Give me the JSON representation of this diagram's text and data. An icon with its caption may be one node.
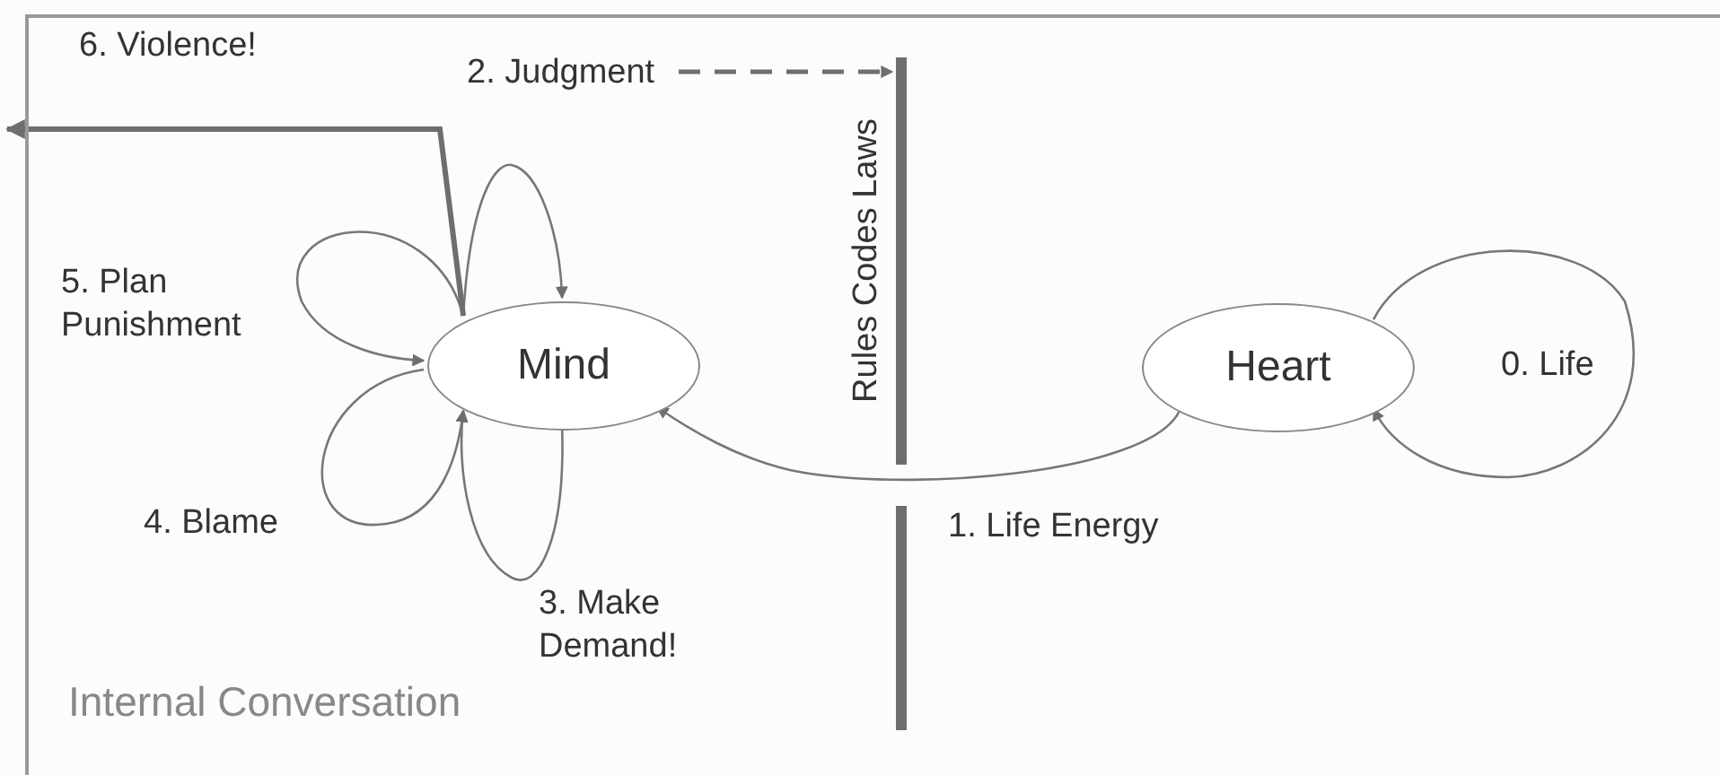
{
  "diagram": {
    "nodes": [
      {
        "text": [
          "Internal Conversation"
        ]
      },
      {
        "text": [
          "Mind"
        ],
        "in": 0
      },
      {
        "text": [
          "Heart"
        ],
        "in": 0
      },
      {
        "text": [],
        "shape": "bar",
        "beside": [
          "Rules Codes Laws"
        ],
        "in": 0
      },
      {
        "text": [
          "2. Judgment"
        ],
        "in": 0
      },
      {
        "text": [],
        "shape": "bar",
        "in": 0
      }
    ],
    "edges": [
      {
        "from": 1,
        "to": 1,
        "arrow": "to"
      },
      {
        "from": 1,
        "to": 1,
        "arrow": "to",
        "label": "3. Make Demand!"
      },
      {
        "from": 1,
        "to": 1,
        "arrow": "to",
        "label": "4. Blame"
      },
      {
        "from": 1,
        "to": 1,
        "arrow": "to",
        "label": "5. Plan Punishment"
      },
      {
        "from": 1,
        "to": null,
        "arrow": "to",
        "label": "6. Violence!",
        "style": "thick"
      },
      {
        "from": 4,
        "to": 3,
        "arrow": "to",
        "style": "dashed"
      },
      {
        "from": 2,
        "to": 2,
        "arrow": "to",
        "label": "0. Life"
      },
      {
        "from": 2,
        "to": 1,
        "arrow": "to",
        "label": "1. Life Energy"
      }
    ]
  }
}
